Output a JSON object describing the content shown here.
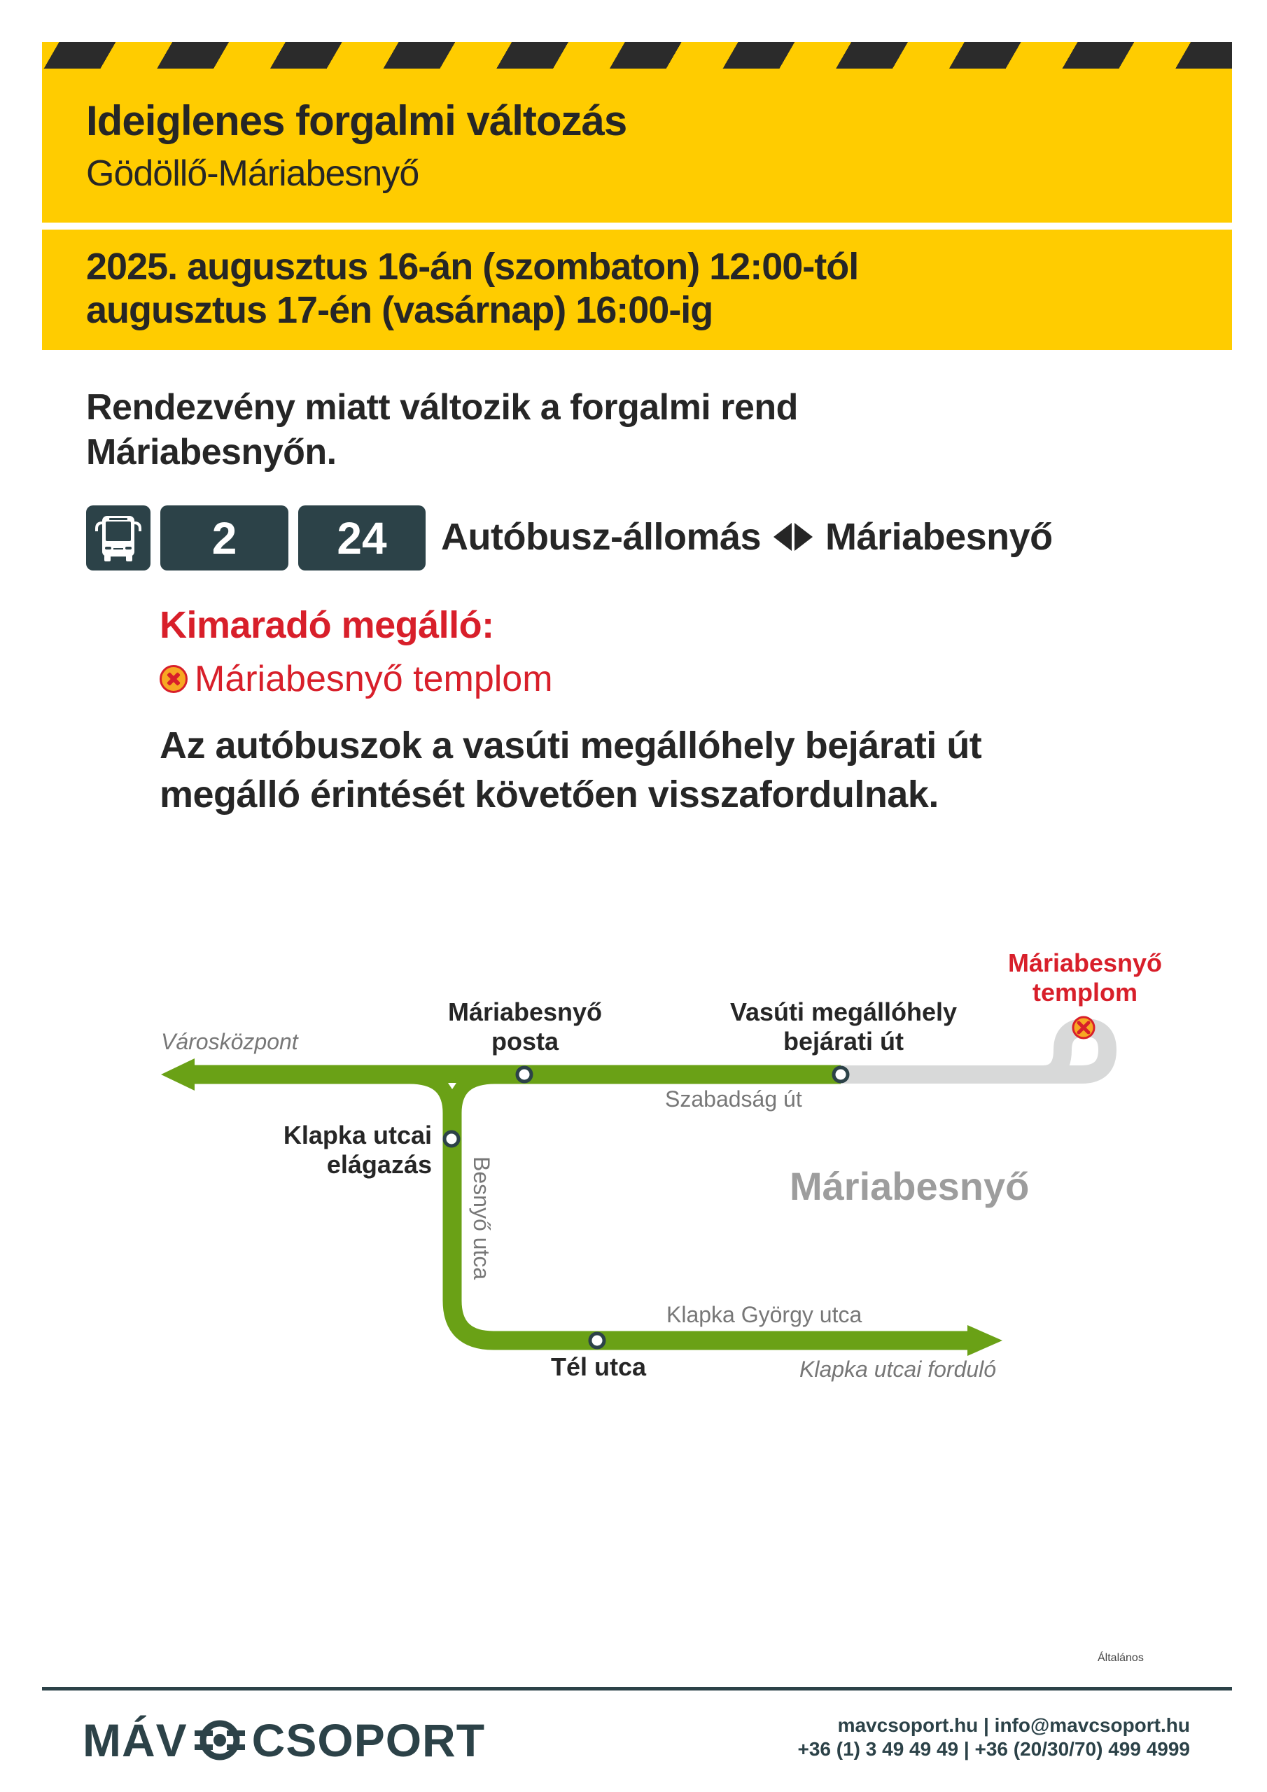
{
  "header": {
    "title": "Ideiglenes forgalmi változás",
    "subtitle": "Gödöllő-Máriabesnyő",
    "date_line_1": "2025. augusztus 16-án (szombaton) 12:00-tól",
    "date_line_2": "augusztus 17-én (vasárnap) 16:00-ig"
  },
  "colors": {
    "yellow": "#ffcc00",
    "stripe_dark": "#2b2b2b",
    "badge": "#2c4248",
    "route_green": "#6aa116",
    "inactive_grey": "#d8d9d9",
    "alert_red": "#d81f2a",
    "cancel_fill": "#f7a823"
  },
  "intro": {
    "line_1": "Rendezvény miatt változik a forgalmi rend",
    "line_2": "Máriabesnyőn."
  },
  "route": {
    "mode_icon": "bus-icon",
    "lines": [
      "2",
      "24"
    ],
    "from": "Autóbusz-állomás",
    "direction_icon": "bidirectional-arrows-icon",
    "to": "Máriabesnyő"
  },
  "cancelled": {
    "heading": "Kimaradó megálló:",
    "icon": "cancelled-stop-icon",
    "stop": "Máriabesnyő templom"
  },
  "note": {
    "line_1": "Az autóbuszok a vasúti megállóhely bejárati út",
    "line_2": "megálló érintését követően visszafordulnak."
  },
  "map": {
    "area_label": "Máriabesnyő",
    "directions": {
      "west": "Városközpont",
      "east": "Klapka utcai forduló"
    },
    "streets": {
      "main": "Szabadság út",
      "vertical": "Besnyő utca",
      "bottom": "Klapka György utca"
    },
    "stops": [
      {
        "line_1": "Máriabesnyő",
        "line_2": "posta"
      },
      {
        "line_1": "Vasúti megállóhely",
        "line_2": "bejárati út"
      },
      {
        "line_1": "Klapka utcai",
        "line_2": "elágazás"
      },
      {
        "line_1": "Tél utca",
        "line_2": ""
      }
    ],
    "cancelled_stop": {
      "line_1": "Máriabesnyő",
      "line_2": "templom"
    }
  },
  "classification": "Általános",
  "footer": {
    "logo_left": "MÁV",
    "logo_right": "CSOPORT",
    "contact_line_1": "mavcsoport.hu | info@mavcsoport.hu",
    "contact_line_2": "+36 (1) 3 49 49 49 | +36 (20/30/70) 499 4999"
  }
}
